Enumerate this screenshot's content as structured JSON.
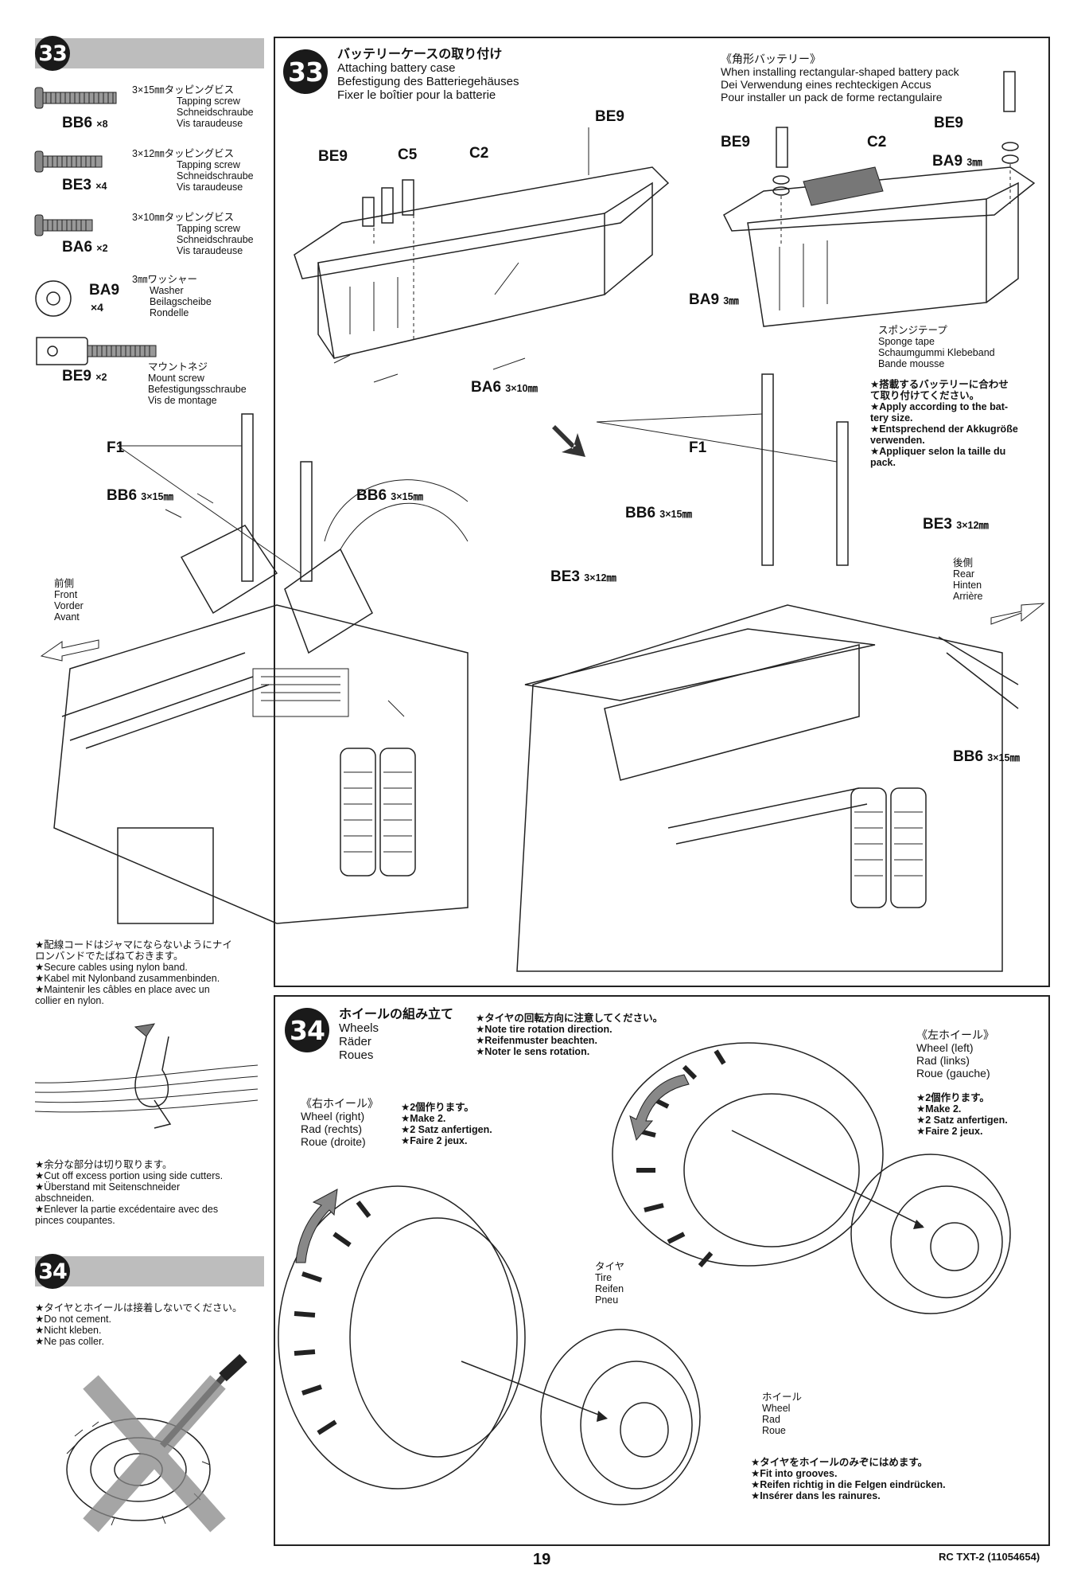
{
  "left": {
    "step33": {
      "num": "33"
    },
    "parts": [
      {
        "code": "BB6",
        "qty": "×8",
        "lines": [
          "3×15㎜タッピングビス",
          "Tapping screw",
          "Schneidschraube",
          "Vis taraudeuse"
        ]
      },
      {
        "code": "BE3",
        "qty": "×4",
        "lines": [
          "3×12㎜タッピングビス",
          "Tapping screw",
          "Schneidschraube",
          "Vis taraudeuse"
        ]
      },
      {
        "code": "BA6",
        "qty": "×2",
        "lines": [
          "3×10㎜タッピングビス",
          "Tapping screw",
          "Schneidschraube",
          "Vis taraudeuse"
        ]
      },
      {
        "code": "BA9",
        "qty": "×4",
        "lines": [
          "3㎜ワッシャー",
          "Washer",
          "Beilagscheibe",
          "Rondelle"
        ]
      },
      {
        "code": "BE9",
        "qty": "×2",
        "lines": [
          "マウントネジ",
          "Mount screw",
          "Befestigungsschraube",
          "Vis de montage"
        ]
      }
    ],
    "cable_note": [
      "★配線コードはジャマにならないようにナイ",
      "ロンバンドでたばねておきます。",
      "★Secure cables using nylon band.",
      "★Kabel mit Nylonband zusammenbinden.",
      "★Maintenir les câbles en place avec un",
      "collier en nylon."
    ],
    "cut_note": [
      "★余分な部分は切り取ります。",
      "★Cut off excess portion using side cutters.",
      "★Überstand mit Seitenschneider",
      "abschneiden.",
      "★Enlever la partie excédentaire avec des",
      "pinces coupantes."
    ],
    "step34": {
      "num": "34"
    },
    "cement_note": [
      "★タイヤとホイールは接着しないでください。",
      "★Do not cement.",
      "★Nicht kleben.",
      "★Ne pas coller."
    ]
  },
  "step33": {
    "num": "33",
    "title": [
      "バッテリーケースの取り付け",
      "Attaching battery case",
      "Befestigung des Batteriegehäuses",
      "Fixer le boîtier pour la batterie"
    ],
    "rect_title": [
      "《角形バッテリー》",
      "When installing rectangular-shaped battery pack",
      "Dei Verwendung eines rechteckigen Accus",
      "Pour installer un pack de forme rectangulaire"
    ],
    "sponge": [
      "スポンジテープ",
      "Sponge tape",
      "Schaumgummi Klebeband",
      "Bande mousse"
    ],
    "apply_note": [
      "★搭載するバッテリーに合わせ",
      "て取り付けてください。",
      "★Apply according to the bat-",
      "tery size.",
      "★Entsprechend der Akkugröße",
      "verwenden.",
      "★Appliquer selon la taille du",
      "pack."
    ],
    "front": [
      "前側",
      "Front",
      "Vorder",
      "Avant"
    ],
    "rear": [
      "後側",
      "Rear",
      "Hinten",
      "Arrière"
    ],
    "labels": {
      "be9_a": "BE9",
      "c5": "C5",
      "c2_a": "C2",
      "be9_b": "BE9",
      "ba6": "BA6",
      "ba6_size": "3×10㎜",
      "be9_c": "BE9",
      "c2_b": "C2",
      "be9_d": "BE9",
      "ba9_a": "BA9",
      "ba9_a_size": "3㎜",
      "ba9_b": "BA9",
      "ba9_b_size": "3㎜",
      "f1_a": "F1",
      "bb6_a": "BB6",
      "bb6_a_size": "3×15㎜",
      "bb6_b": "BB6",
      "bb6_b_size": "3×15㎜",
      "f1_b": "F1",
      "bb6_c": "BB6",
      "bb6_c_size": "3×15㎜",
      "be3_a": "BE3",
      "be3_a_size": "3×12㎜",
      "be3_b": "BE3",
      "be3_b_size": "3×12㎜",
      "bb6_d": "BB6",
      "bb6_d_size": "3×15㎜"
    }
  },
  "step34": {
    "num": "34",
    "title": [
      "ホイールの組み立て",
      "Wheels",
      "Räder",
      "Roues"
    ],
    "direction_note": [
      "★タイヤの回転方向に注意してください。",
      "★Note tire rotation direction.",
      "★Reifenmuster beachten.",
      "★Noter le sens rotation."
    ],
    "right_wheel": [
      "《右ホイール》",
      "Wheel (right)",
      "Rad (rechts)",
      "Roue (droite)"
    ],
    "make2_right": [
      "★2個作ります。",
      "★Make 2.",
      "★2 Satz anfertigen.",
      "★Faire 2 jeux."
    ],
    "left_wheel": [
      "《左ホイール》",
      "Wheel (left)",
      "Rad (links)",
      "Roue (gauche)"
    ],
    "make2_left": [
      "★2個作ります。",
      "★Make 2.",
      "★2 Satz anfertigen.",
      "★Faire 2 jeux."
    ],
    "tire": [
      "タイヤ",
      "Tire",
      "Reifen",
      "Pneu"
    ],
    "wheel": [
      "ホイール",
      "Wheel",
      "Rad",
      "Roue"
    ],
    "groove_note": [
      "★タイヤをホイールのみぞにはめます。",
      "★Fit into grooves.",
      "★Reifen richtig in die Felgen eindrücken.",
      "★Insérer dans les rainures."
    ]
  },
  "footer": {
    "page": "19",
    "ref": "RC TXT-2 (11054654)"
  }
}
